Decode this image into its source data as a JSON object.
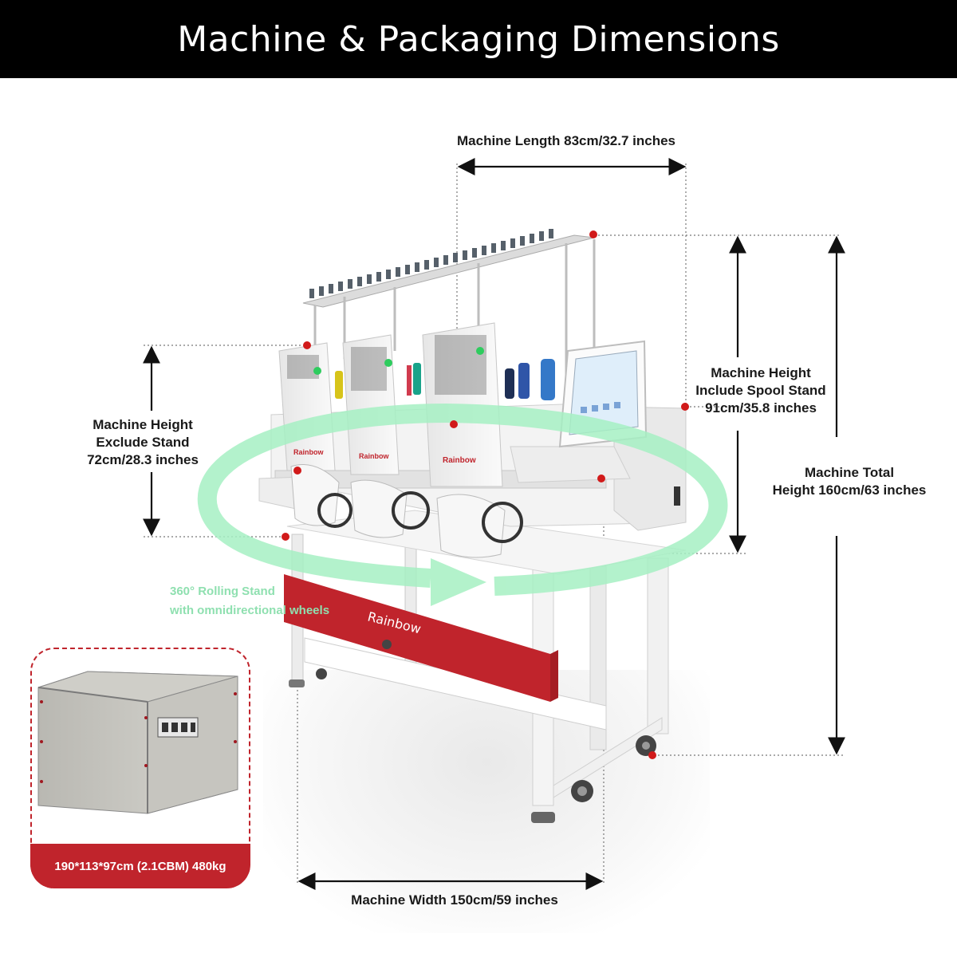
{
  "header": {
    "title": "Machine & Packaging Dimensions"
  },
  "dimensions": {
    "length": "Machine Length 83cm/32.7 inches",
    "height_exclude": [
      "Machine Height",
      "Exclude Stand",
      "72cm/28.3 inches"
    ],
    "height_include": [
      "Machine Height",
      "Include Spool Stand",
      "91cm/35.8 inches"
    ],
    "total_height": [
      "Machine Total",
      "Height 160cm/63 inches"
    ],
    "width": "Machine Width 150cm/59 inches"
  },
  "rolling_stand": [
    "360° Rolling Stand",
    "with omnidirectional wheels"
  ],
  "brand": {
    "name": "Rainbow",
    "head_label": "Rainbow"
  },
  "package": {
    "caption": "190*113*97cm (2.1CBM) 480kg"
  },
  "colors": {
    "header_bg": "#000000",
    "accent_red": "#c0242c",
    "rolling_green": "#8fe0b0",
    "machine_white": "#f2f2f2"
  }
}
